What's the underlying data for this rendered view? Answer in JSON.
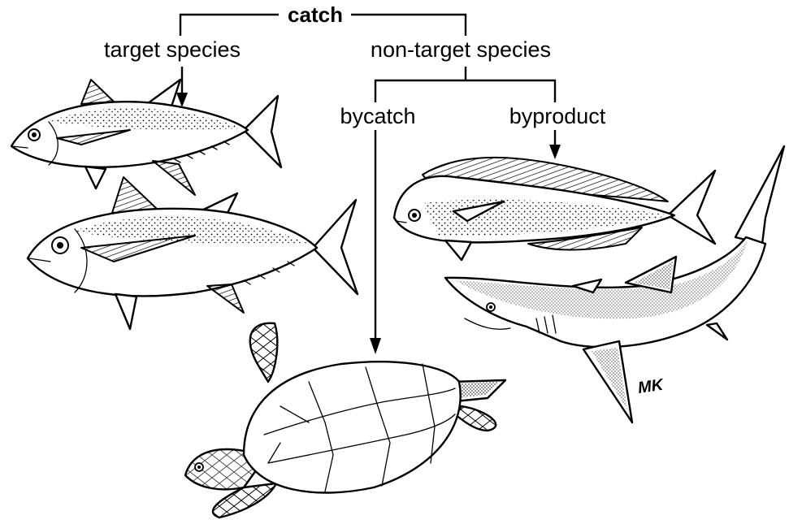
{
  "labels": {
    "catch": "catch",
    "target_species": "target species",
    "non_target_species": "non-target species",
    "bycatch": "bycatch",
    "byproduct": "byproduct",
    "signature": "MK"
  },
  "colors": {
    "ink": "#000000",
    "paper": "#ffffff"
  }
}
